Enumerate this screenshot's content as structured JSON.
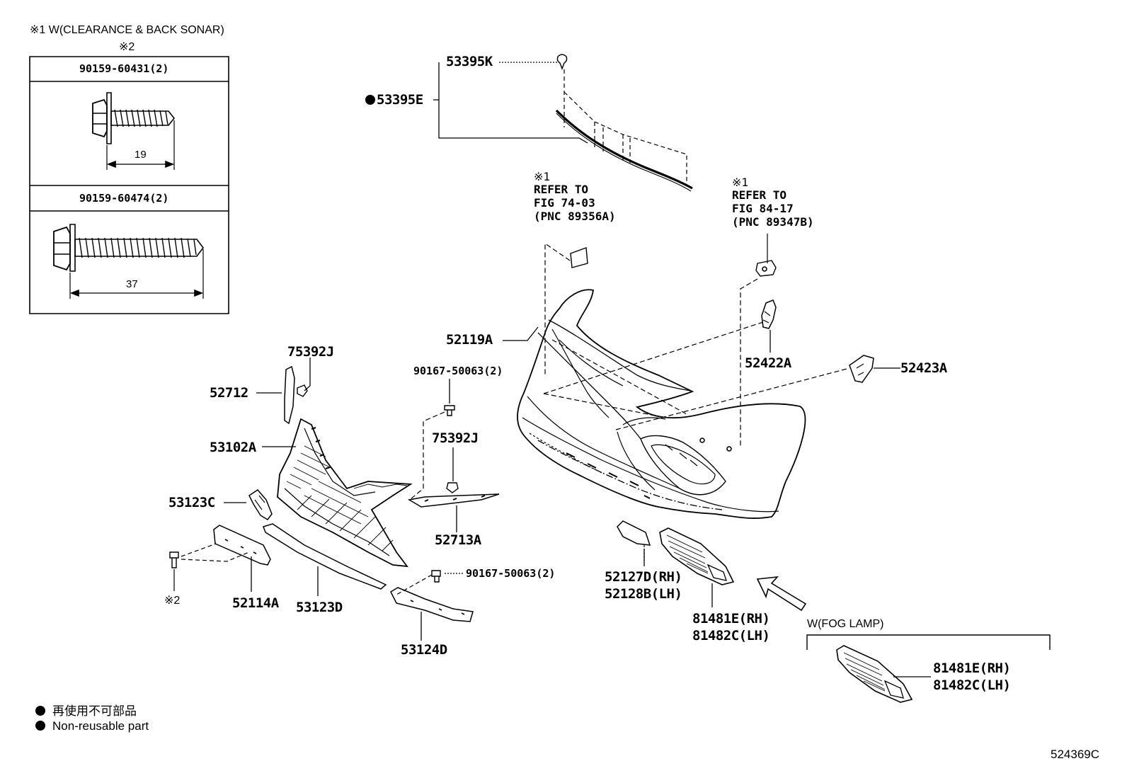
{
  "header": {
    "note1": "※1 W(CLEARANCE & BACK SONAR)",
    "note2": "※2"
  },
  "inset": {
    "bolt1_part": "90159-60431(2)",
    "bolt1_length": "19",
    "bolt2_part": "90159-60474(2)",
    "bolt2_length": "37"
  },
  "refs": {
    "left": {
      "mark": "※1",
      "line1": "REFER TO",
      "line2": "FIG 74-03",
      "line3": "(PNC 89356A)"
    },
    "right": {
      "mark": "※1",
      "line1": "REFER TO",
      "line2": "FIG 84-17",
      "line3": "(PNC 89347B)"
    }
  },
  "parts": {
    "p53395K": "53395K",
    "p53395E": "53395E",
    "p52119A": "52119A",
    "p52422A": "52422A",
    "p52423A": "52423A",
    "p75392J_a": "75392J",
    "p52712": "52712",
    "p90167_a": "90167-50063(2)",
    "p53102A": "53102A",
    "p75392J_b": "75392J",
    "p53123C": "53123C",
    "p52713A": "52713A",
    "p90167_b": "90167-50063(2)",
    "mark2": "※2",
    "p52114A": "52114A",
    "p53123D": "53123D",
    "p53124D": "53124D",
    "p52127D": "52127D(RH)",
    "p52128B": "52128B(LH)",
    "p81481E": "81481E(RH)",
    "p81482C": "81482C(LH)",
    "fog_note": "W(FOG LAMP)",
    "p81481E_fog": "81481E(RH)",
    "p81482C_fog": "81482C(LH)"
  },
  "legend": {
    "jp": "再使用不可部品",
    "en": "Non-reusable part"
  },
  "figure_id": "524369C"
}
